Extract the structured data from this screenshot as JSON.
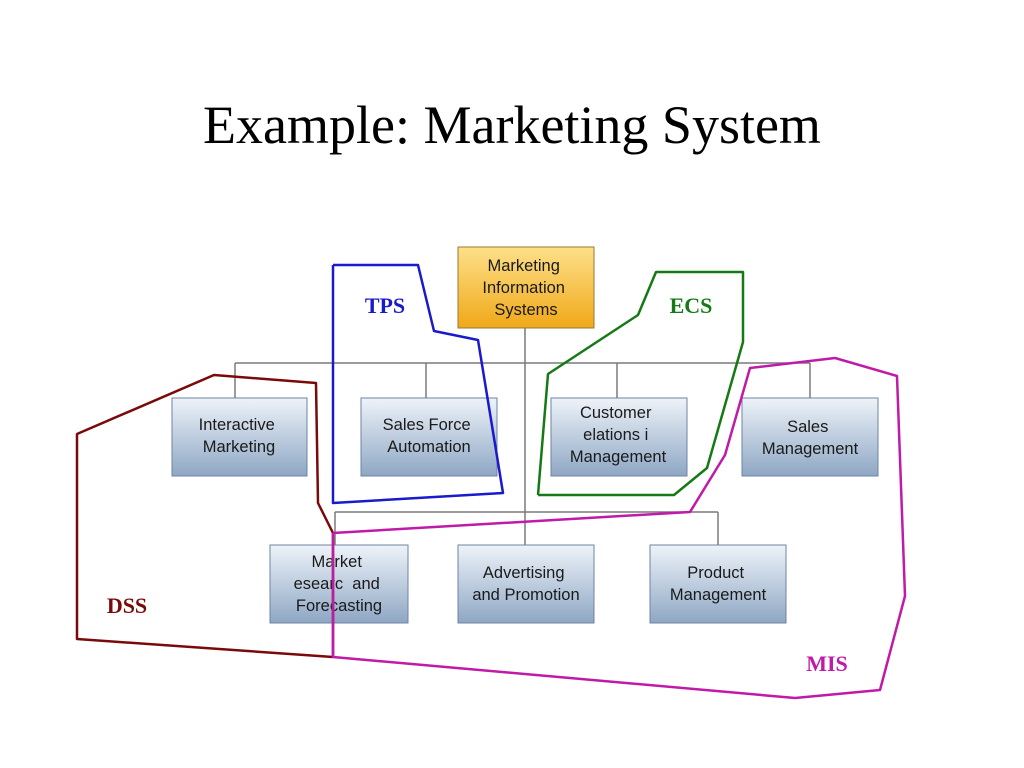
{
  "slide": {
    "title": "Example: Marketing System"
  },
  "diagram": {
    "root": {
      "lines": [
        "Marketing",
        "Information",
        "Systems"
      ]
    },
    "row1": [
      {
        "id": "interactive-marketing",
        "lines": [
          "Interactive",
          "Marketing"
        ]
      },
      {
        "id": "sales-force-automation",
        "lines": [
          "Sales Force",
          "Automation"
        ]
      },
      {
        "id": "customer-relations-management",
        "lines": [
          "Customer",
          "elations i",
          "Management"
        ]
      },
      {
        "id": "sales-management",
        "lines": [
          "Sales",
          "Management"
        ]
      }
    ],
    "row2": [
      {
        "id": "market-research-forecasting",
        "lines": [
          "Market",
          "esearc  and",
          "Forecasting"
        ]
      },
      {
        "id": "advertising-promotion",
        "lines": [
          "Advertising",
          "and Promotion"
        ]
      },
      {
        "id": "product-management",
        "lines": [
          "Product",
          "Management"
        ]
      }
    ],
    "regions": {
      "tps": {
        "label": "TPS",
        "color": "#1a1acc"
      },
      "ecs": {
        "label": "ECS",
        "color": "#157a15"
      },
      "dss": {
        "label": "DSS",
        "color": "#7a0a0a"
      },
      "mis": {
        "label": "MIS",
        "color": "#c01aa8"
      }
    },
    "colors": {
      "root_top": "#fde08a",
      "root_bottom": "#f0a818",
      "box_top": "#eef3f9",
      "box_bottom": "#8ea7c4",
      "connector": "#7a7a7a"
    }
  }
}
